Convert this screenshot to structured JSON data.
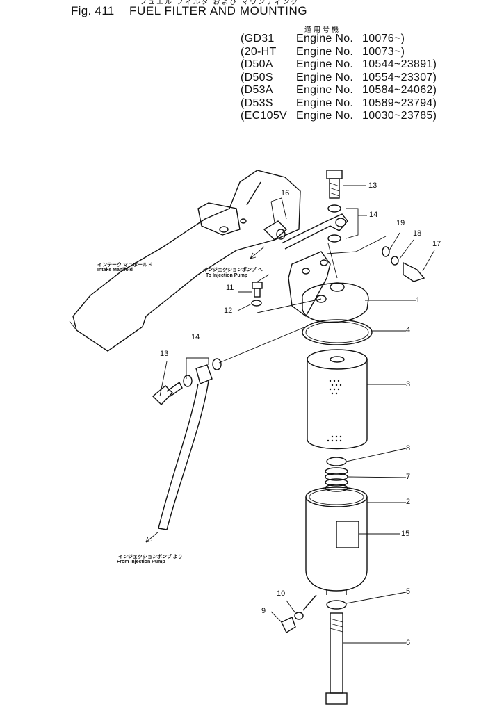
{
  "header": {
    "japanese_title": "フュエル フィルタ および マウンティング",
    "figure_number": "Fig. 411",
    "title": "FUEL FILTER AND MOUNTING"
  },
  "applicable_models": {
    "label": "適用号機",
    "rows": [
      {
        "model": "(GD31",
        "engine": "Engine No.",
        "range": "10076~)"
      },
      {
        "model": "(20-HT",
        "engine": "Engine No.",
        "range": "10073~)"
      },
      {
        "model": "(D50A",
        "engine": "Engine No.",
        "range": "10544~23891)"
      },
      {
        "model": "(D50S",
        "engine": "Engine No.",
        "range": "10554~23307)"
      },
      {
        "model": "(D53A",
        "engine": "Engine No.",
        "range": "10584~24062)"
      },
      {
        "model": "(D53S",
        "engine": "Engine No.",
        "range": "10589~23794)"
      },
      {
        "model": "(EC105V",
        "engine": "Engine No.",
        "range": "10030~23785)"
      }
    ]
  },
  "notes": {
    "intake_jp": "インテーク マニホールド",
    "intake_en": "Intake Manifold",
    "to_pump_jp": "インジェクションポンプ へ",
    "to_pump_en": "To Injection Pump",
    "from_pump_jp": "インジェクションポンプ より",
    "from_pump_en": "From Injection Pump"
  },
  "callouts": [
    "13",
    "14",
    "16",
    "19",
    "18",
    "17",
    "1",
    "11",
    "12",
    "4",
    "14",
    "13",
    "3",
    "8",
    "7",
    "2",
    "15",
    "10",
    "5",
    "9",
    "6"
  ]
}
